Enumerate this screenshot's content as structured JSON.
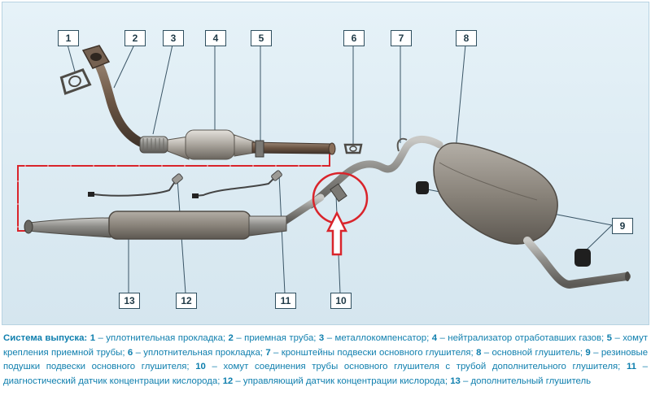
{
  "callouts": [
    "1",
    "2",
    "3",
    "4",
    "5",
    "6",
    "7",
    "8",
    "9",
    "10",
    "11",
    "12",
    "13"
  ],
  "caption": {
    "title": "Система выпуска:",
    "items": [
      {
        "num": "1",
        "text": "уплотнительная прокладка;"
      },
      {
        "num": "2",
        "text": "приемная труба;"
      },
      {
        "num": "3",
        "text": "металлокомпенсатор;"
      },
      {
        "num": "4",
        "text": "нейтрализатор отработавших газов;"
      },
      {
        "num": "5",
        "text": "хомут крепления приемной трубы;"
      },
      {
        "num": "6",
        "text": "уплотнительная прокладка;"
      },
      {
        "num": "7",
        "text": "кронштейны подвески основного глушителя;"
      },
      {
        "num": "8",
        "text": "основной глушитель;"
      },
      {
        "num": "9",
        "text": "резиновые подушки подвески основного глушителя;"
      },
      {
        "num": "10",
        "text": "хомут соединения трубы основного глушителя с трубой дополнительного глушителя;"
      },
      {
        "num": "11",
        "text": "диагностический датчик концентрации кислорода;"
      },
      {
        "num": "12",
        "text": "управляющий датчик концентрации кислорода;"
      },
      {
        "num": "13",
        "text": "дополнительный глушитель"
      }
    ]
  },
  "colors": {
    "background": "#dbeaf2",
    "caption_text": "#0f7fae",
    "highlight": "#d9242b",
    "leader_line": "#3a5566"
  }
}
